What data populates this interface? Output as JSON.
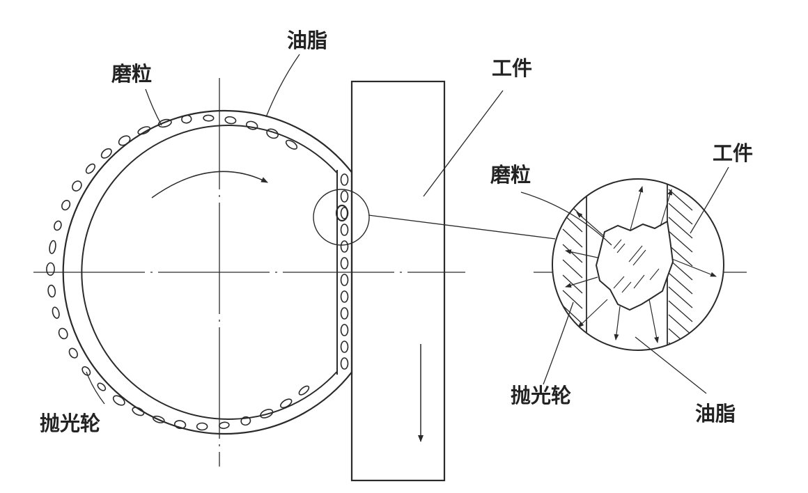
{
  "labels": {
    "grease_top": "油脂",
    "abrasive_top": "磨粒",
    "workpiece_main": "工件",
    "wheel_bottom": "抛光轮",
    "abrasive_zoom": "磨粒",
    "workpiece_zoom": "工件",
    "wheel_zoom": "抛光轮",
    "grease_zoom": "油脂"
  },
  "colors": {
    "line": "#2a2a2a",
    "background": "#ffffff"
  }
}
